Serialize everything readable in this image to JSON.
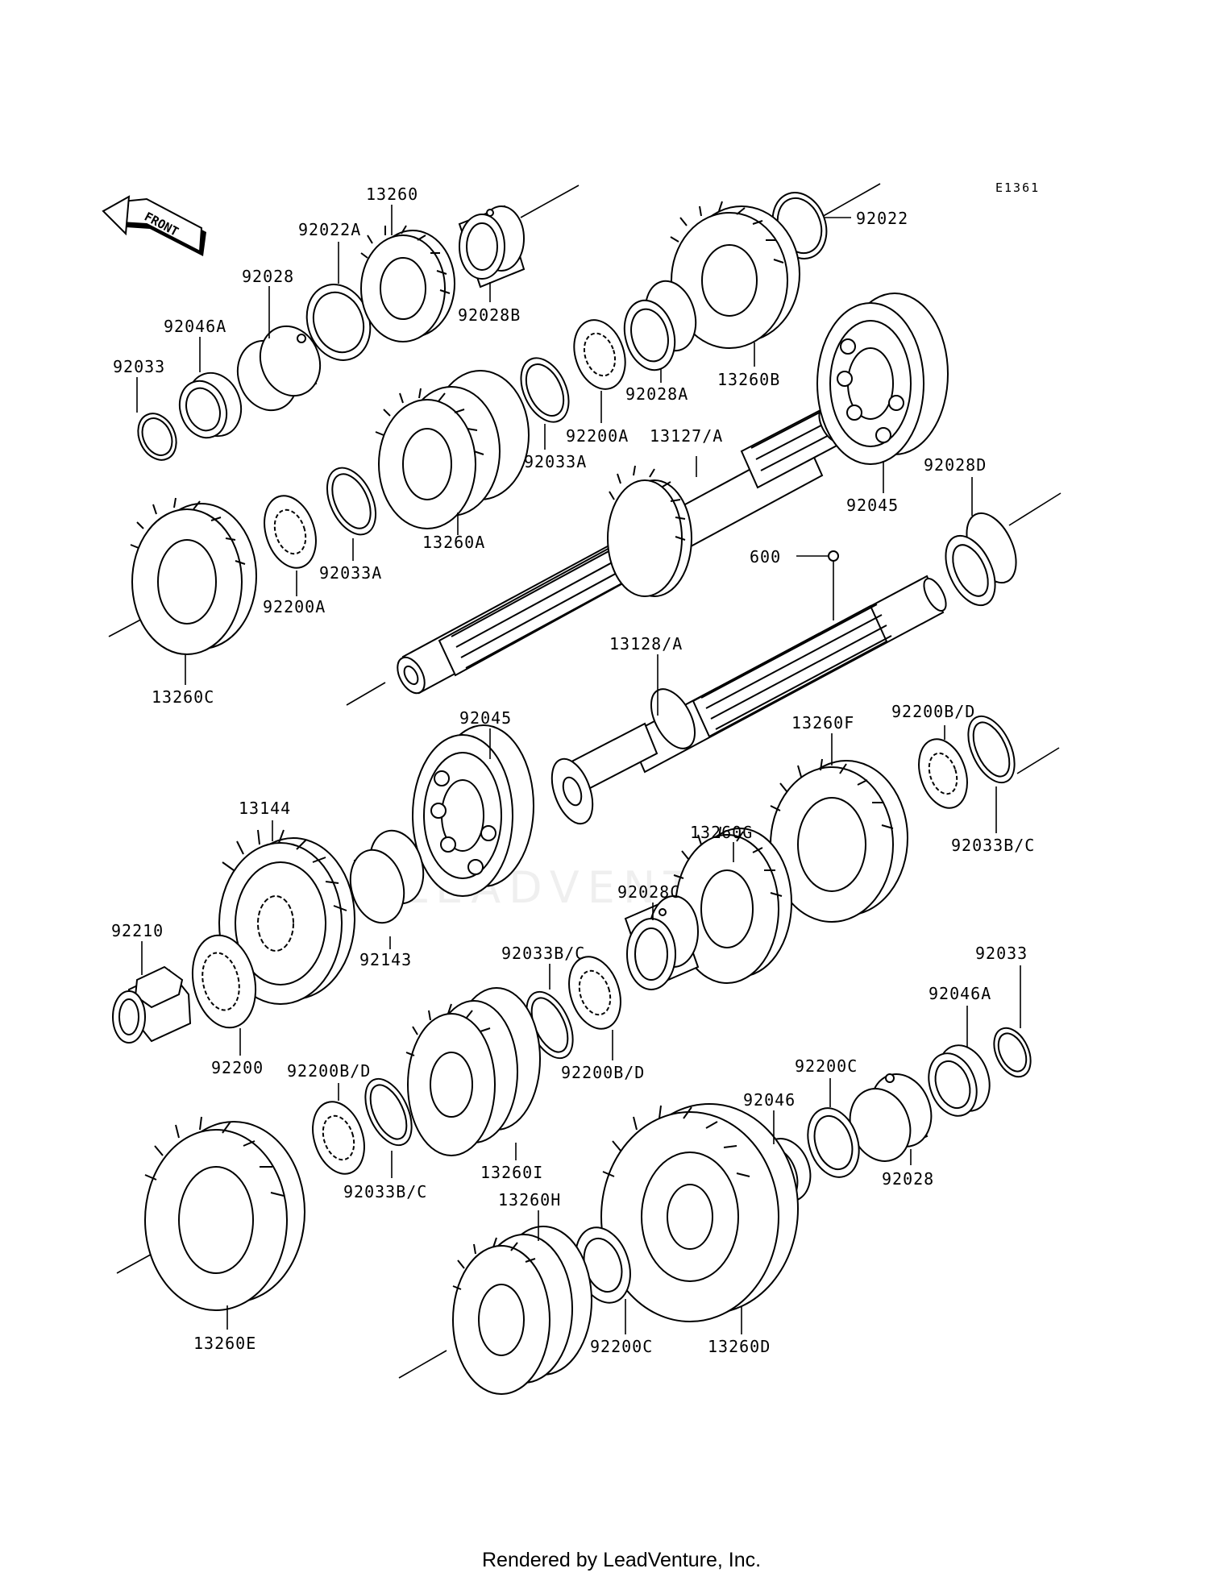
{
  "diagram": {
    "code": "E1361",
    "direction": "FRONT",
    "watermark": "LEADVENTURE",
    "footer": "Rendered by LeadVenture, Inc.",
    "labels": {
      "p13260": "13260",
      "p92022A": "92022A",
      "p92028": "92028",
      "p92046A_top": "92046A",
      "p92033_top": "92033",
      "p92028B": "92028B",
      "p92022": "92022",
      "p13260B": "13260B",
      "p92028A": "92028A",
      "p92200A_top": "92200A",
      "p13127A": "13127/A",
      "p92033A_top": "92033A",
      "p92045_top": "92045",
      "p92028D": "92028D",
      "p13260A": "13260A",
      "p92033A_mid": "92033A",
      "p92200A_mid": "92200A",
      "p13260C": "13260C",
      "p600": "600",
      "p13128A": "13128/A",
      "p92045_mid": "92045",
      "p13260F": "13260F",
      "p92200BD_top": "92200B/D",
      "p13260G": "13260G",
      "p92033BC_right": "92033B/C",
      "p13144": "13144",
      "p92028C": "92028C",
      "p92033BC_mid": "92033B/C",
      "p92210": "92210",
      "p92143": "92143",
      "p92200": "92200",
      "p92200BD_mid": "92200B/D",
      "p92200BD_left": "92200B/D",
      "p92033_bot": "92033",
      "p92046A_bot": "92046A",
      "p92200C_top": "92200C",
      "p92046": "92046",
      "p92028_bot": "92028",
      "p13260I": "13260I",
      "p92033BC_left": "92033B/C",
      "p13260H": "13260H",
      "p13260E": "13260E",
      "p92200C_bot": "92200C",
      "p13260D": "13260D"
    }
  }
}
